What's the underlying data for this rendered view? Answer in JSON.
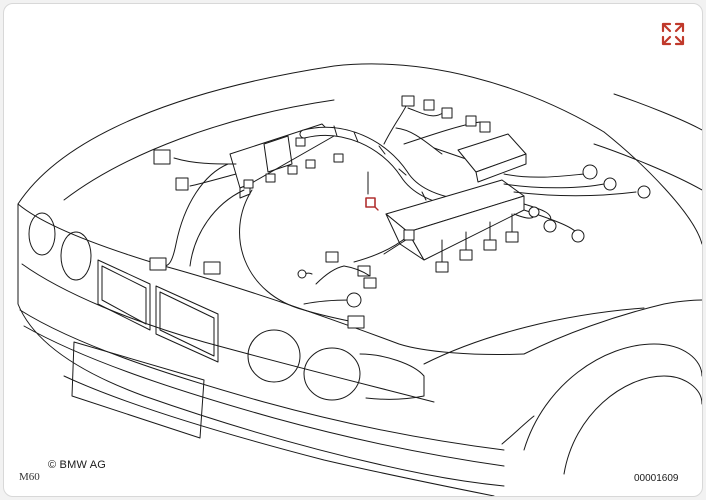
{
  "viewer": {
    "expand_icon": "expand-arrows-icon",
    "expand_color": "#c0392b"
  },
  "diagram": {
    "hotspot_color": "#b03030",
    "line_color": "#1a1a1a",
    "copyright": "© BMW AG",
    "model_code": "M60",
    "image_number": "00001609"
  }
}
